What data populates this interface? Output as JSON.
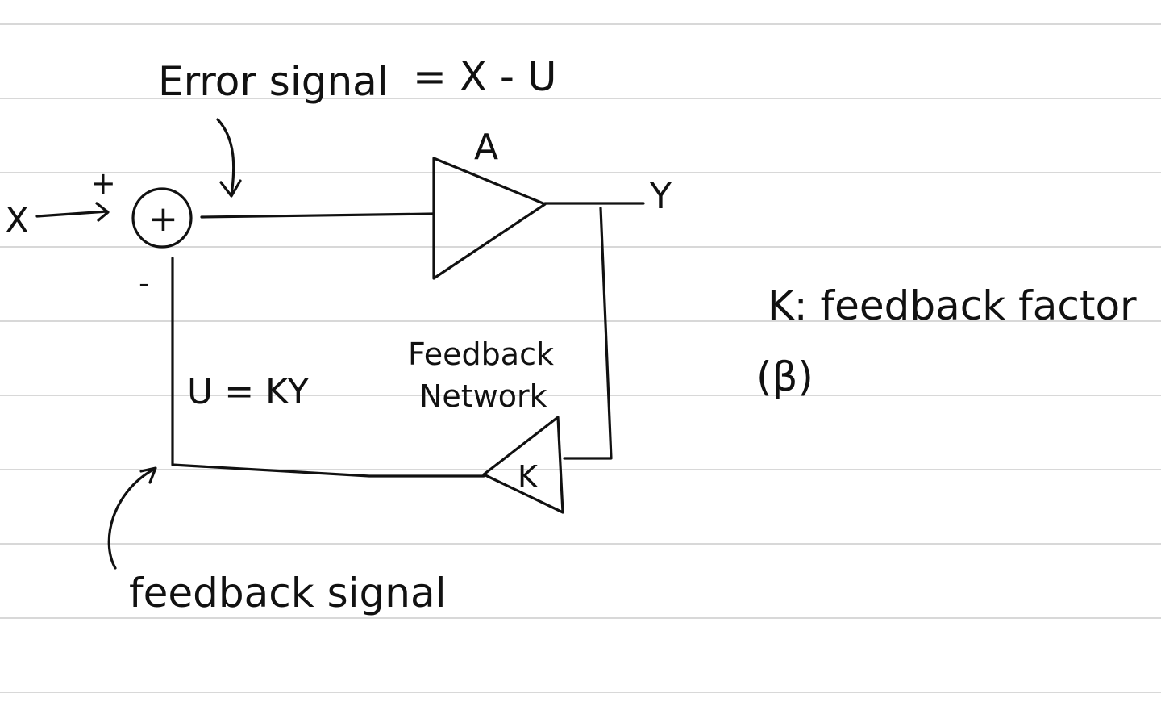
{
  "diagram": {
    "input_label": "X",
    "plus_sign": "+",
    "minus_sign": "-",
    "summing_symbol": "+",
    "error_signal_label": "Error signal",
    "error_signal_equation": "= X - U",
    "amplifier_label": "A",
    "output_label": "Y",
    "feedback_equation": "U = KY",
    "feedback_network_line1": "Feedback",
    "feedback_network_line2": "Network",
    "feedback_gain_label": "K",
    "feedback_signal_label": "feedback signal",
    "definition_line1": "K: feedback factor",
    "definition_line2": "(β)"
  }
}
